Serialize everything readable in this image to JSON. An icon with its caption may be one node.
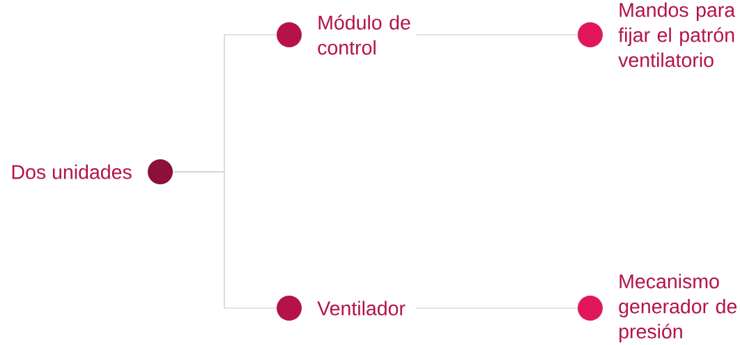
{
  "diagram": {
    "nodes": [
      {
        "text": [
          "Dos unidades"
        ]
      },
      {
        "text": [
          "Módulo de control"
        ]
      },
      {
        "text": [
          "Ventilador"
        ]
      },
      {
        "text": [
          "Mandos para fijar el patrón ventilatorio"
        ]
      },
      {
        "text": [
          "Mecanismo generador de presión"
        ]
      }
    ],
    "edges": [
      {
        "from": 0,
        "to": 1,
        "arrow": "none"
      },
      {
        "from": 0,
        "to": 2,
        "arrow": "none"
      },
      {
        "from": 1,
        "to": 3,
        "arrow": "none"
      },
      {
        "from": 2,
        "to": 4,
        "arrow": "none"
      }
    ]
  }
}
